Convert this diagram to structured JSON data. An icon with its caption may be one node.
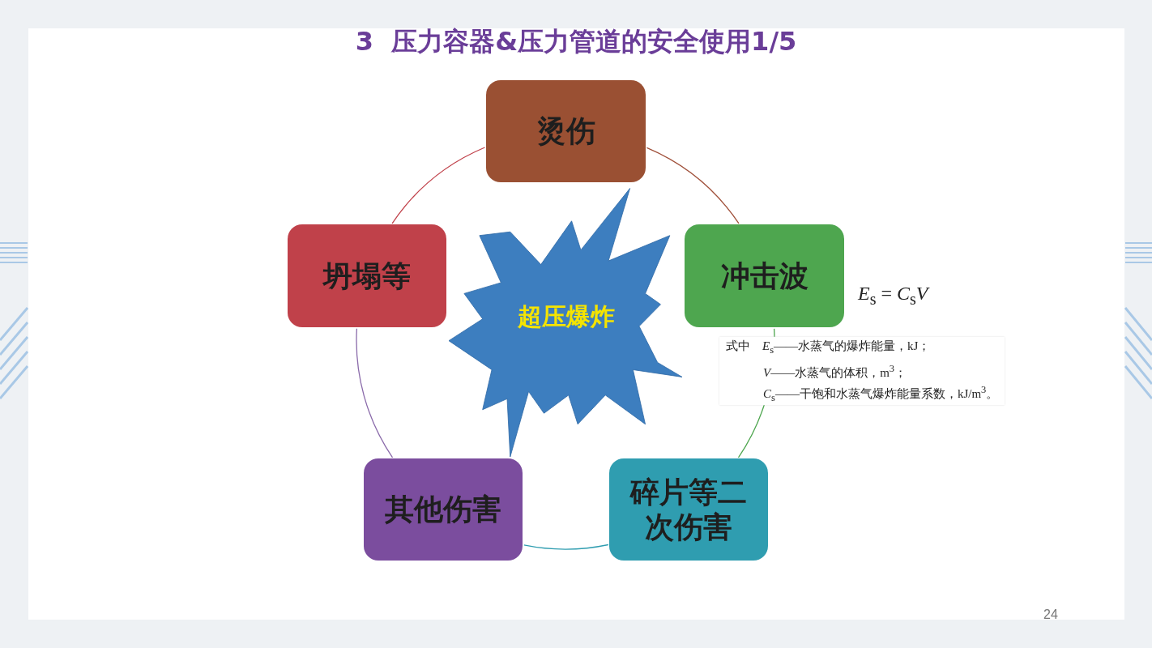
{
  "diagram": {
    "title": "3  压力容器&压力管道的安全使用1/5",
    "nodes": [
      {
        "text": [
          "烫伤"
        ]
      },
      {
        "text": [
          "冲击波"
        ]
      },
      {
        "text": [
          "碎片等二次伤害"
        ]
      },
      {
        "text": [
          "其他伤害"
        ]
      },
      {
        "text": [
          "坍塌等"
        ]
      },
      {
        "text": [
          "超压爆炸"
        ]
      }
    ],
    "edges": [
      {
        "from": 0,
        "to": 1,
        "arrow": "none",
        "color": "#a0503a"
      },
      {
        "from": 1,
        "to": 2,
        "arrow": "none",
        "color": "#4ea64f"
      },
      {
        "from": 2,
        "to": 3,
        "arrow": "none",
        "color": "#2f9db0"
      },
      {
        "from": 3,
        "to": 4,
        "arrow": "none",
        "color": "#8a6aaa"
      },
      {
        "from": 4,
        "to": 0,
        "arrow": "none",
        "color": "#c0414a"
      }
    ],
    "labels": [
      "*E*$_{s}$ = *C*$_{s}$*V*",
      "式中　*E*$_{s}$——水蒸气的爆炸能量，kJ；",
      "*V*——水蒸气的体积，m$^{3}$；",
      "*C*$_{s}$——干饱和水蒸气爆炸能量系数，kJ/m$^{3}$。",
      "24"
    ]
  }
}
